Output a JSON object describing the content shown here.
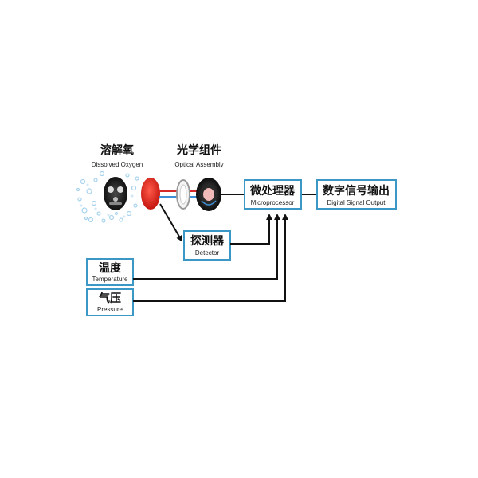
{
  "labels": {
    "dissolved_oxygen": {
      "zh": "溶解氧",
      "en": "Dissolved Oxygen"
    },
    "optical_assembly": {
      "zh": "光学组件",
      "en": "Optical Assembly"
    },
    "microprocessor": {
      "zh": "微处理器",
      "en": "Microprocessor"
    },
    "digital_output": {
      "zh": "数字信号输出",
      "en": "Digital Signal Output"
    },
    "detector": {
      "zh": "探测器",
      "en": "Detector"
    },
    "temperature": {
      "zh": "温度",
      "en": "Temperature"
    },
    "pressure": {
      "zh": "气压",
      "en": "Pressure"
    }
  },
  "colors": {
    "box_border": "#3b97c6",
    "red_disc": "#e2231a",
    "beam_red": "#d62a2a",
    "beam_blue": "#3c8fd6",
    "bubbles": "#a9d4ee",
    "wire": "#111111"
  },
  "icons": [
    "sensor-probe-icon",
    "red-fluorescent-disc-icon",
    "optical-lens-icon",
    "optical-sensor-head-icon"
  ]
}
